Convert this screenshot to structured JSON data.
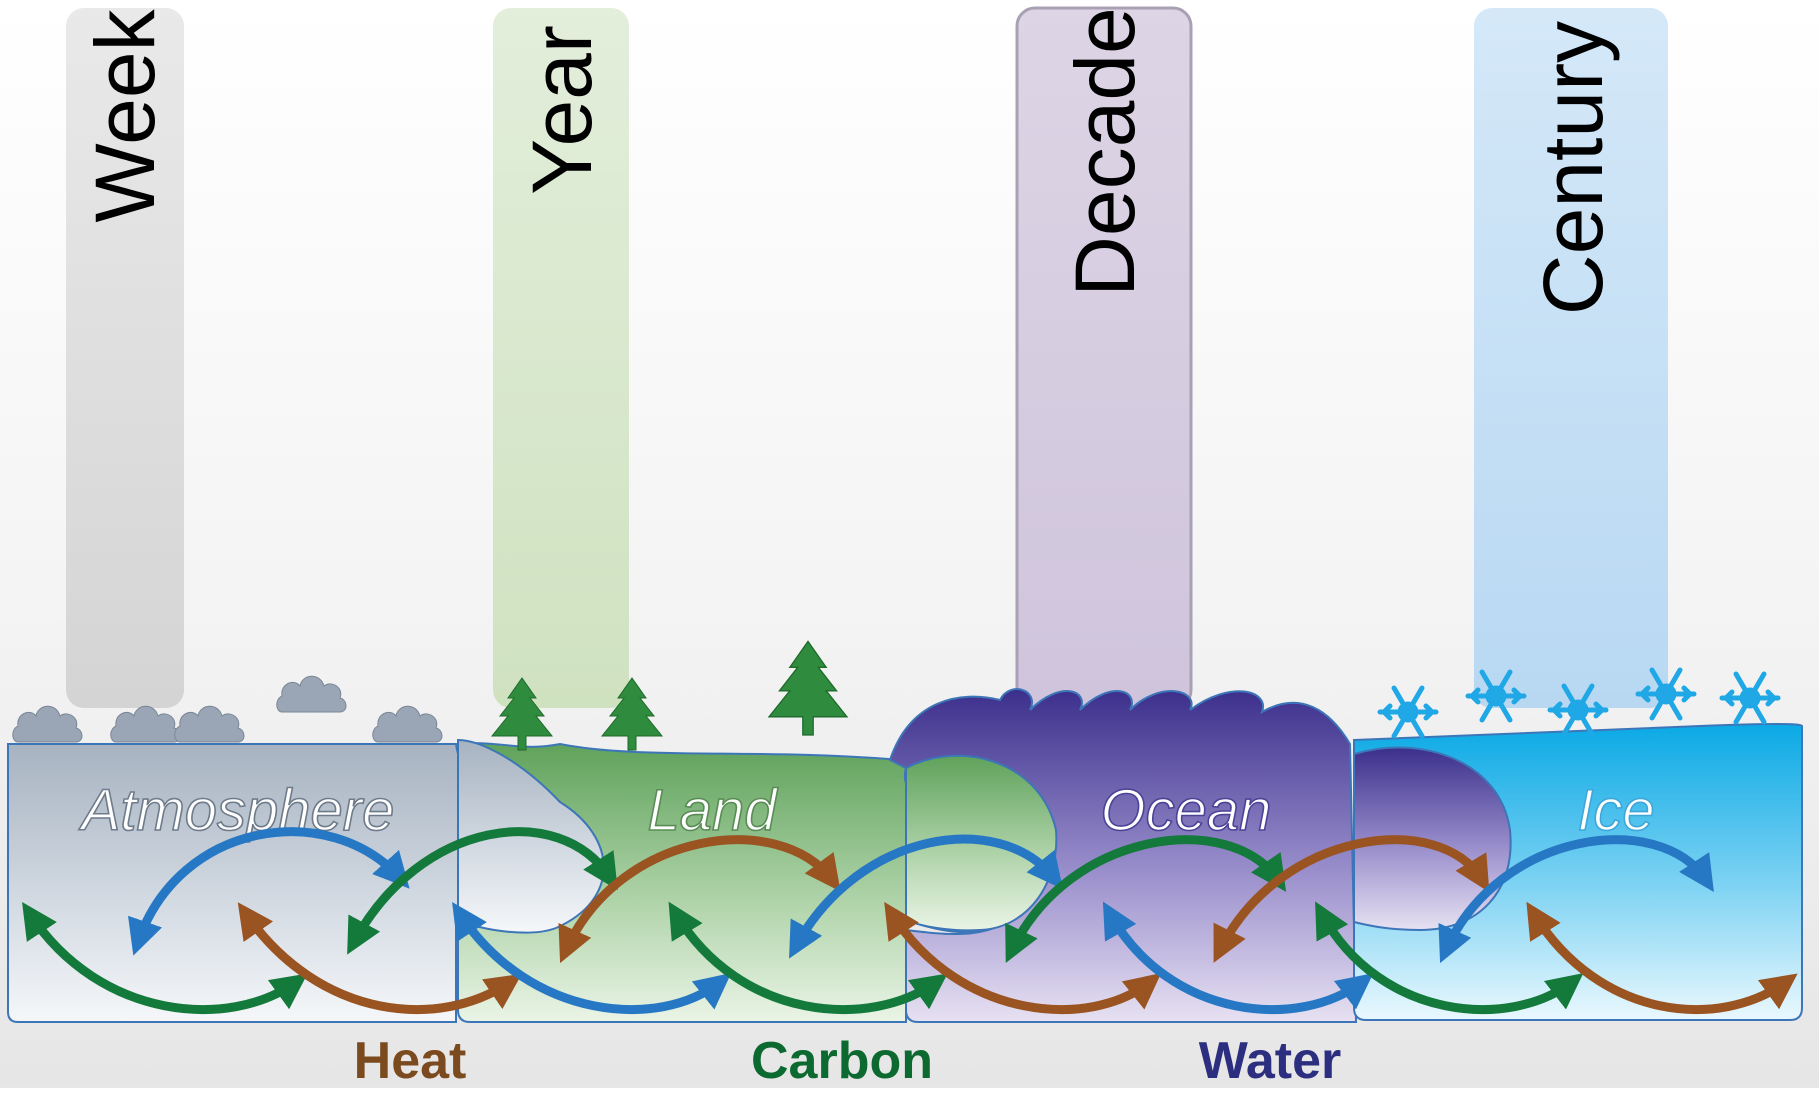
{
  "timescales": [
    {
      "label": "Week",
      "color": "#d9d9d9"
    },
    {
      "label": "Year",
      "color": "#d6e6c6"
    },
    {
      "label": "Decade",
      "color": "#d6cde0"
    },
    {
      "label": "Century",
      "color": "#c2ddf3"
    }
  ],
  "components": [
    {
      "label": "Atmosphere",
      "color": "#a9b4c2"
    },
    {
      "label": "Land",
      "color": "#6fac6a"
    },
    {
      "label": "Ocean",
      "color": "#4b3f97"
    },
    {
      "label": "Ice",
      "color": "#12b1e8"
    }
  ],
  "flows": [
    {
      "label": "Heat",
      "color": "#7b4a1f"
    },
    {
      "label": "Carbon",
      "color": "#0c6a30"
    },
    {
      "label": "Water",
      "color": "#2c2e7f"
    }
  ],
  "arrow_colors": {
    "blue": "#2778c4",
    "green": "#137a3b",
    "brown": "#9a5422"
  }
}
